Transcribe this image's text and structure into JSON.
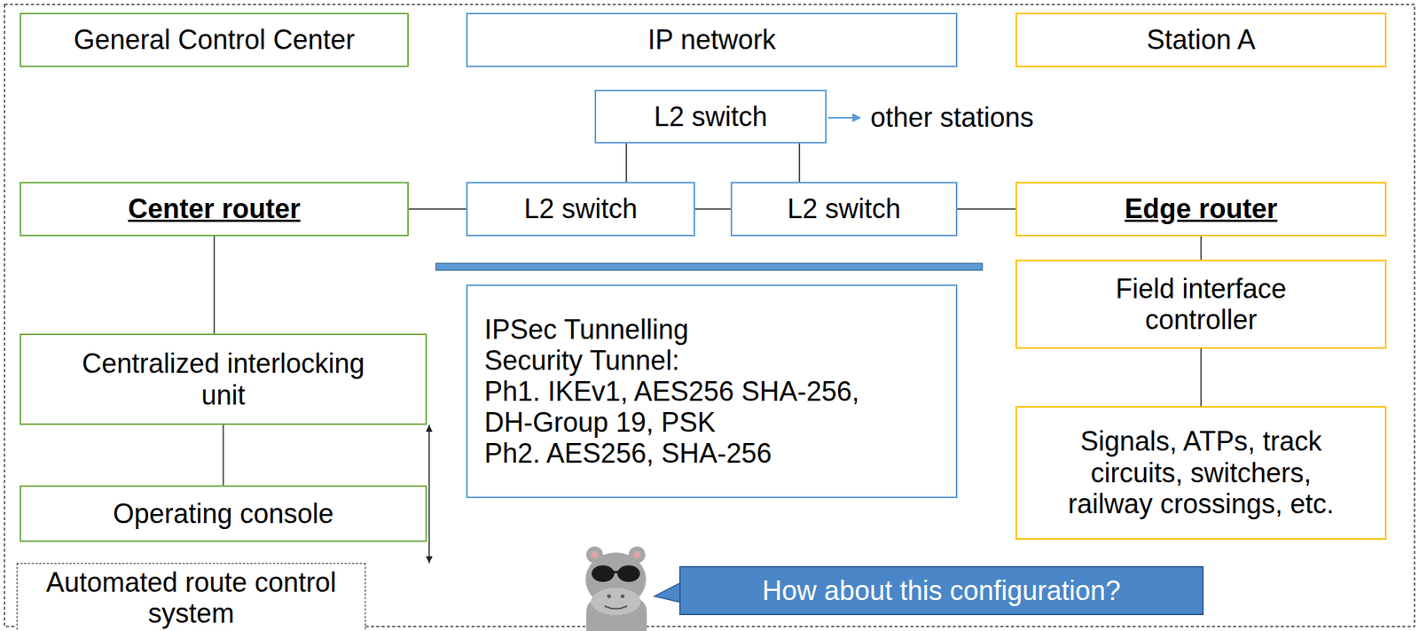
{
  "diagram": {
    "nodes": [
      {
        "text": [
          "General Control Center"
        ]
      },
      {
        "text": [
          "IP network"
        ]
      },
      {
        "text": [
          "Station A"
        ]
      },
      {
        "text": [
          "L2 switch"
        ]
      },
      {
        "text": [
          "Center router"
        ]
      },
      {
        "text": [
          "L2 switch"
        ]
      },
      {
        "text": [
          "L2 switch"
        ]
      },
      {
        "text": [
          "Edge router"
        ]
      },
      {
        "text": [
          "Field interface controller"
        ]
      },
      {
        "text": [
          "IPSec Tunnelling",
          "Security Tunnel:",
          "Ph1. IKEv1, AES256 SHA-256,",
          "DH-Group 19, PSK",
          "Ph2. AES256, SHA-256"
        ]
      },
      {
        "text": [
          "Centralized interlocking unit"
        ]
      },
      {
        "text": [
          "Signals, ATPs, track circuits, switchers, railway crossings, etc."
        ]
      },
      {
        "text": [
          "Operating console"
        ]
      },
      {
        "text": [
          "Automated route control system"
        ]
      },
      {
        "text": [
          "How about this configuration?"
        ]
      }
    ],
    "edges": [
      {
        "from": 4,
        "to": 5,
        "arrow": "none"
      },
      {
        "from": 3,
        "to": 5,
        "arrow": "none"
      },
      {
        "from": 3,
        "to": 6,
        "arrow": "none"
      },
      {
        "from": 5,
        "to": 6,
        "arrow": "none"
      },
      {
        "from": 6,
        "to": 7,
        "arrow": "none"
      },
      {
        "from": 4,
        "to": 10,
        "arrow": "none"
      },
      {
        "from": 7,
        "to": 8,
        "arrow": "none"
      },
      {
        "from": 8,
        "to": 11,
        "arrow": "none"
      },
      {
        "from": 10,
        "to": 12,
        "arrow": "none"
      },
      {
        "from": 13,
        "to": 10,
        "arrow": "both"
      }
    ],
    "labels": [
      "other stations"
    ]
  }
}
